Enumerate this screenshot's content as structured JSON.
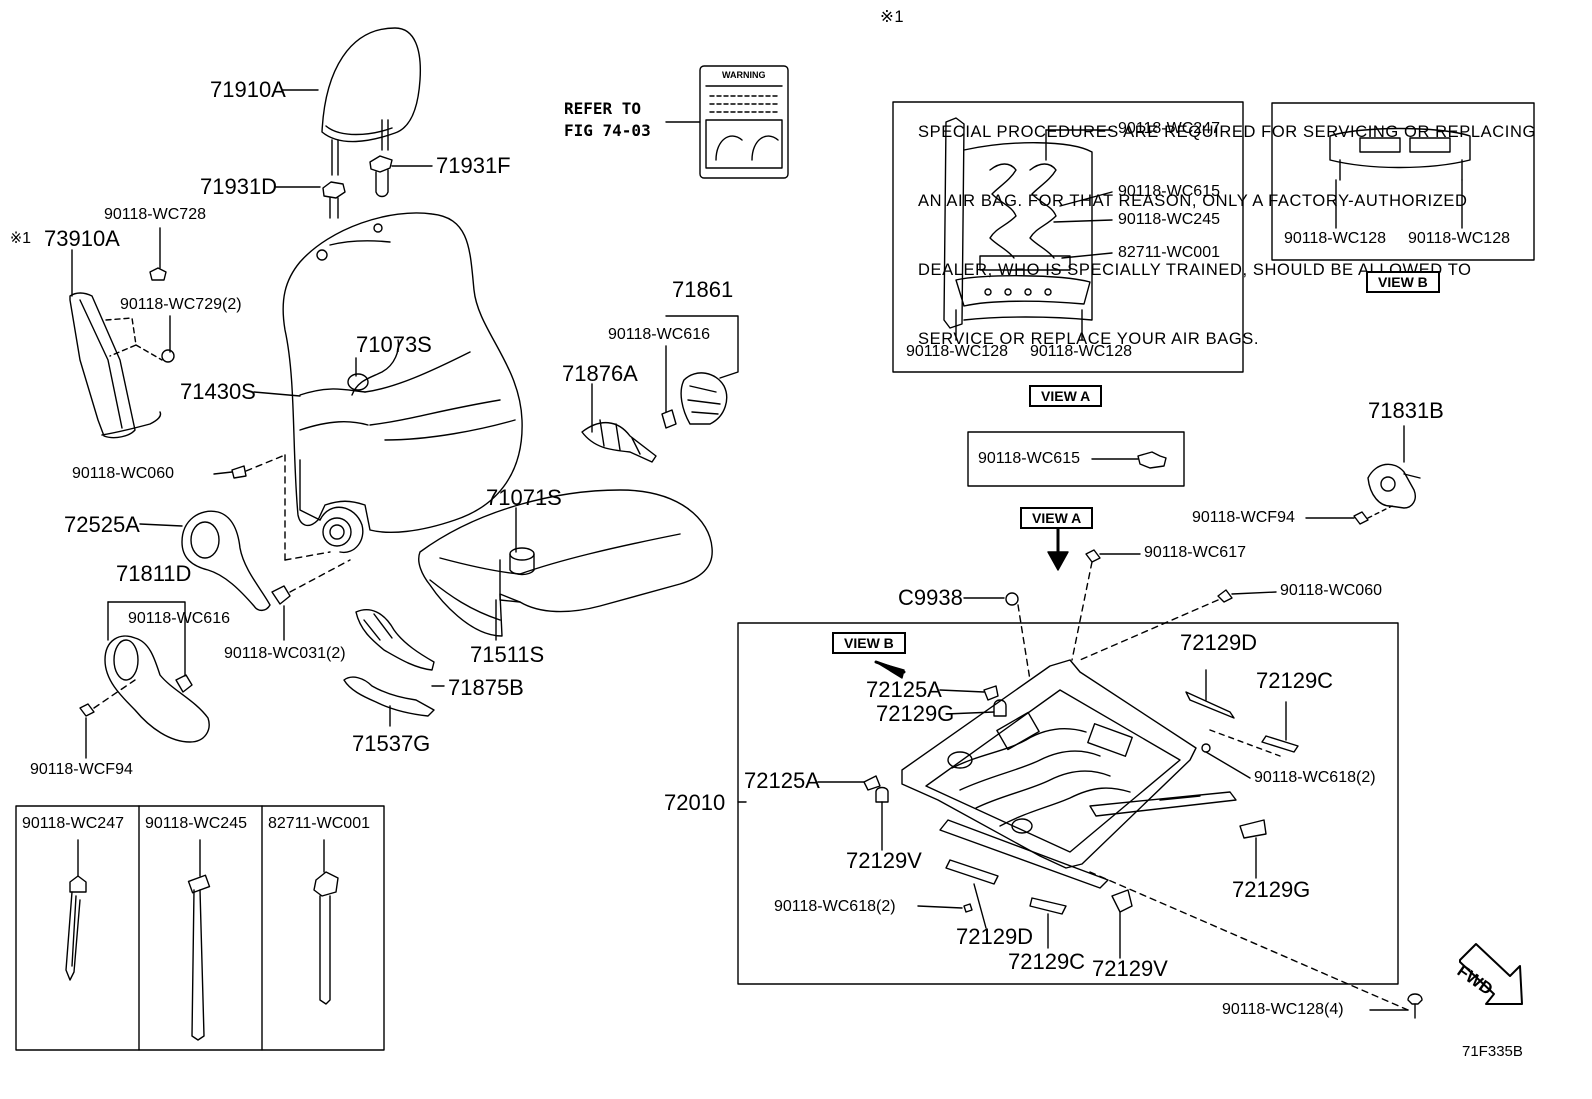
{
  "note": {
    "mark": "※1",
    "lines": [
      "SPECIAL PROCEDURES ARE REQUIRED FOR SERVICING OR REPLACING",
      "AN AIR BAG. FOR THAT REASON, ONLY A FACTORY-AUTHORIZED",
      "DEALER, WHO IS SPECIALLY TRAINED, SHOULD BE ALLOWED TO",
      "SERVICE OR REPLACE YOUR AIR BAGS."
    ]
  },
  "refer": {
    "line1": "REFER TO",
    "line2": "FIG 74-03",
    "warning": "WARNING"
  },
  "views": {
    "view_a": "VIEW A",
    "view_b": "VIEW B"
  },
  "fwd": "FWD",
  "figure_code": "71F335B",
  "parts": {
    "p71910A": "71910A",
    "p71931D": "71931D",
    "p71931F": "71931F",
    "p73910A": "73910A",
    "p73910A_mark": "※1",
    "pWC728": "90118-WC728",
    "pWC729": "90118-WC729(2)",
    "p71073S": "71073S",
    "p71430S": "71430S",
    "pWC060_l": "90118-WC060",
    "p72525A": "72525A",
    "p71811D": "71811D",
    "pWC616_l": "90118-WC616",
    "pWC031": "90118-WC031(2)",
    "pWCF94_l": "90118-WCF94",
    "p71861": "71861",
    "pWC616_m": "90118-WC616",
    "p71876A": "71876A",
    "p71071S": "71071S",
    "p71511S": "71511S",
    "p71875B": "71875B",
    "p71537G": "71537G",
    "pva_WC247": "90118-WC247",
    "pva_WC615": "90118-WC615",
    "pva_WC245": "90118-WC245",
    "pva_WC001": "82711-WC001",
    "pva_WC128a": "90118-WC128",
    "pva_WC128b": "90118-WC128",
    "pvb_WC128a": "90118-WC128",
    "pvb_WC128b": "90118-WC128",
    "pWC615_box": "90118-WC615",
    "p71831B": "71831B",
    "pWCF94_r": "90118-WCF94",
    "pWC617": "90118-WC617",
    "pC9938": "C9938",
    "pWC060_r": "90118-WC060",
    "p72129D_a": "72129D",
    "p72129C_a": "72129C",
    "p72125A_a": "72125A",
    "p72129G_a": "72129G",
    "pWC618_a": "90118-WC618(2)",
    "p72125A_b": "72125A",
    "p72010": "72010",
    "p72129V_a": "72129V",
    "p72129G_b": "72129G",
    "pWC618_b": "90118-WC618(2)",
    "p72129D_b": "72129D",
    "p72129C_b": "72129C",
    "p72129V_b": "72129V",
    "pWC128_4": "90118-WC128(4)"
  },
  "inset": {
    "col1": "90118-WC247",
    "col2": "90118-WC245",
    "col3": "82711-WC001"
  }
}
